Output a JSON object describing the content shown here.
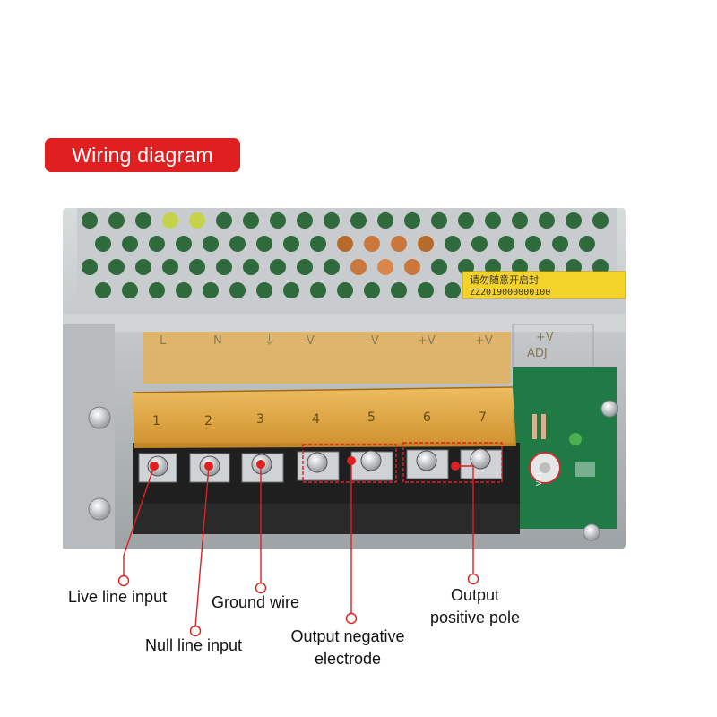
{
  "title": "Wiring diagram",
  "sticker": {
    "line1": "请勿随意开启封",
    "line2": "ZZ2019000000100"
  },
  "top_markings": [
    "L",
    "N",
    "⏚",
    "-V",
    "-V",
    "+V",
    "+V",
    "+V",
    "ADJ"
  ],
  "terminal_numbers": [
    "1",
    "2",
    "3",
    "4",
    "5",
    "6",
    "7"
  ],
  "callouts": {
    "live": "Live line input",
    "null": "Null line input",
    "ground": "Ground wire",
    "neg_line1": "Output  negative",
    "neg_line2": "electrode",
    "pos_line1": "Output",
    "pos_line2": "positive pole"
  },
  "colors": {
    "accent": "#e02020",
    "amber": "#e6a93a",
    "metal": "#b9bdbf",
    "pcb": "#1f7a45"
  }
}
